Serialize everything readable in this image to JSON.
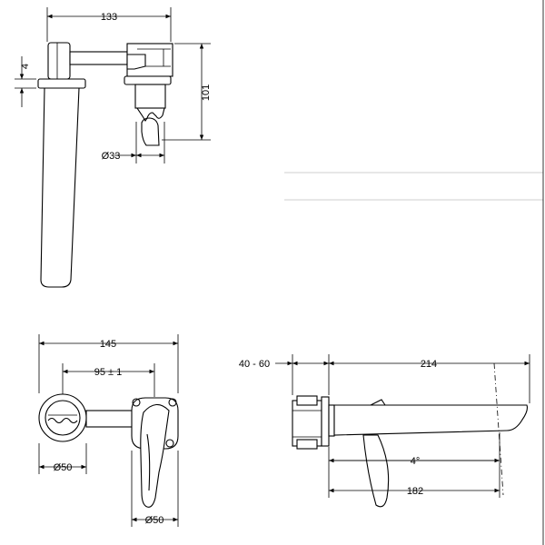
{
  "top_view": {
    "dim_width": "133",
    "dim_flange": "4",
    "dim_height": "101",
    "dim_diameter": "Ø33"
  },
  "front_view": {
    "dim_total_width": "145",
    "dim_centres": "95 ± 1",
    "dim_left_diameter": "Ø50",
    "dim_right_diameter": "Ø50"
  },
  "side_view": {
    "dim_wall_range": "40 - 60",
    "dim_spout_length": "214",
    "dim_angle": "4°",
    "dim_spout_reach": "182"
  }
}
